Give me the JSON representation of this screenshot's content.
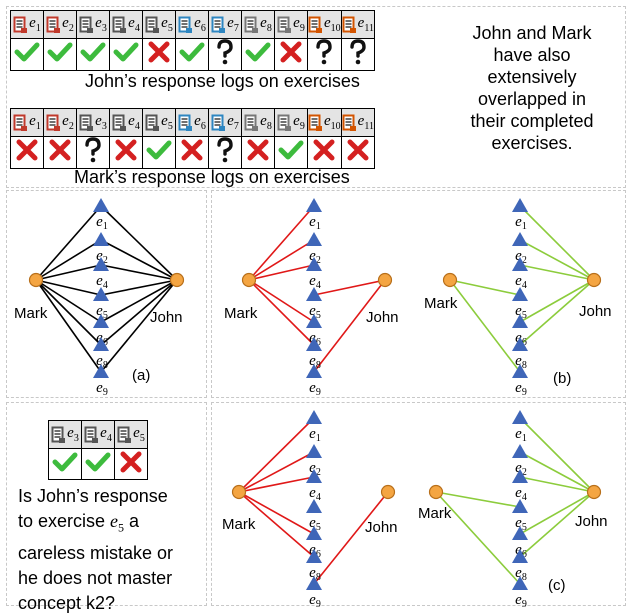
{
  "top": {
    "exercises_all": [
      "1",
      "2",
      "3",
      "4",
      "5",
      "6",
      "7",
      "8",
      "9",
      "10",
      "11"
    ],
    "john_marks": [
      "check",
      "check",
      "check",
      "check",
      "cross",
      "check",
      "question",
      "check",
      "cross",
      "question",
      "question"
    ],
    "mark_marks": [
      "cross",
      "cross",
      "question",
      "cross",
      "check",
      "cross",
      "question",
      "cross",
      "check",
      "cross",
      "cross"
    ],
    "john_caption": "John’s response logs on exercises",
    "mark_caption": "Mark’s response logs on exercises",
    "side_text": [
      "John and Mark",
      "have also",
      "extensively",
      "overlapped in",
      "their completed",
      "exercises."
    ]
  },
  "colors": {
    "icon": [
      "#c0392b",
      "#c0392b",
      "#555555",
      "#555555",
      "#555555",
      "#2e86c1",
      "#2e86c1",
      "#777777",
      "#777777",
      "#d35400",
      "#d35400"
    ],
    "check": "#3dbb3d",
    "cross": "#d42020",
    "red_edge": "#e01818",
    "green_edge": "#8ccc3c",
    "node_fill": "#f4a542",
    "tri_fill": "#3f66b8"
  },
  "graph": {
    "nodes": [
      "1",
      "2",
      "4",
      "5",
      "6",
      "8",
      "9"
    ],
    "left": "Mark",
    "right": "John",
    "e_prefix": "e",
    "panel_a_tag": "(a)",
    "panel_b_tag": "(b)",
    "panel_c_tag": "(c)"
  },
  "bottom": {
    "exercises": [
      "3",
      "4",
      "5"
    ],
    "marks": [
      "check",
      "check",
      "cross"
    ],
    "question_lines": [
      {
        "t": "Is John’s response"
      },
      {
        "t": "to exercise ",
        "v": "e",
        "s": "5",
        "t2": " a"
      },
      {
        "t": "careless mistake or"
      },
      {
        "t": "he does not master"
      },
      {
        "t": "concept k2?"
      }
    ]
  }
}
